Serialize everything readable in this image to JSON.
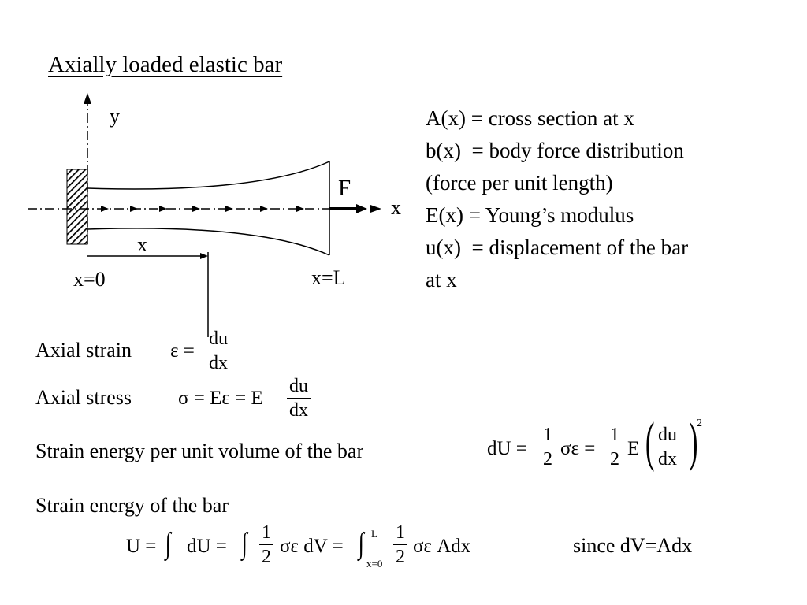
{
  "title": "Axially loaded elastic bar",
  "diagram": {
    "y_axis_label": "y",
    "x_axis_label": "x",
    "force_label": "F",
    "x_dim_label": "x",
    "left_end_label": "x=0",
    "right_end_label": "x=L"
  },
  "definitions": [
    "A(x) = cross section at x",
    "b(x)  = body force distribution",
    "(force per unit length)",
    "E(x) = Young’s modulus",
    "u(x)  = displacement of the bar",
    "at x"
  ],
  "equations": {
    "axial_strain": {
      "label": "Axial strain",
      "lhs": "ε =",
      "num": "du",
      "den": "dx"
    },
    "axial_stress": {
      "label": "Axial stress",
      "lhs": "σ = Eε = E",
      "num": "du",
      "den": "dx"
    },
    "strain_energy_volume": {
      "label": "Strain energy per unit volume of the bar",
      "lhs": "dU =",
      "half_num": "1",
      "half_den": "2",
      "mid": "σε =",
      "half2_num": "1",
      "half2_den": "2",
      "e": "E",
      "num": "du",
      "den": "dx",
      "exp": "2"
    },
    "strain_energy_bar": {
      "label": "Strain energy of the bar",
      "u_eq": "U =",
      "int1": "∫",
      "du_eq": "dU =",
      "int2": "∫",
      "half_num": "1",
      "half_den": "2",
      "dv_eq": "σε dV =",
      "int3": "∫",
      "upper": "L",
      "lower": "x=0",
      "half2_num": "1",
      "half2_den": "2",
      "tail": "σε Adx",
      "note": "since dV=Adx"
    }
  }
}
